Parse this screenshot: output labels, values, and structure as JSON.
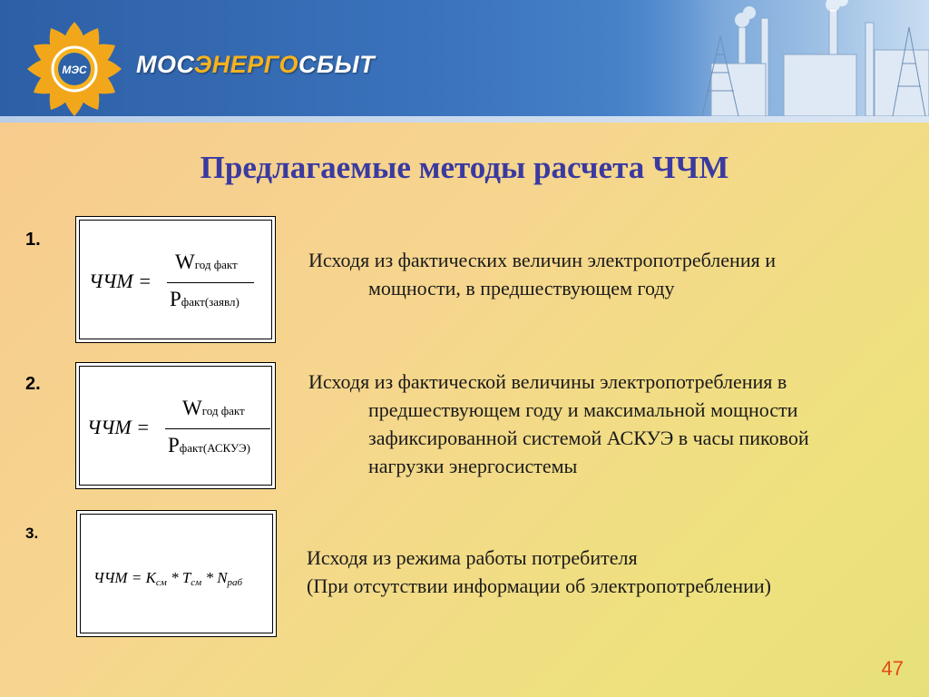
{
  "header": {
    "brand_a": "МОС",
    "brand_b": "ЭНЕРГО",
    "brand_c": "СБЫТ",
    "logo_text": "МЭС",
    "colors": {
      "header_blue": "#3a72bb",
      "brand_orange": "#f6b21e",
      "title_color": "#3a3aa0"
    }
  },
  "title": "Предлагаемые методы расчета ЧЧМ",
  "methods": [
    {
      "number": "1.",
      "formula": {
        "lhs": "ЧЧМ =",
        "num_main": "W",
        "num_sub": "год факт",
        "den_main": "P",
        "den_sub": "факт(заявл)"
      },
      "lines": [
        "Исходя из фактических величин электропотребления и",
        "мощности, в предшествующем году"
      ]
    },
    {
      "number": "2.",
      "formula": {
        "lhs": "ЧЧМ =",
        "num_main": "W",
        "num_sub": "год факт",
        "den_main": "P",
        "den_sub": "факт(АСКУЭ)"
      },
      "lines": [
        "Исходя из фактической величины электропотребления в",
        "предшествующем году и максимальной мощности",
        "зафиксированной системой АСКУЭ в часы пиковой",
        "нагрузки энергосистемы"
      ]
    },
    {
      "number": "3.",
      "formula": {
        "lhs": "ЧЧМ = ",
        "k": "K",
        "k_sub": "см",
        "t": "T",
        "t_sub": "см",
        "n": "N",
        "n_sub": "раб",
        "op": " * "
      },
      "lines": [
        "Исходя из режима работы потребителя",
        "(При отсутствии информации об электропотреблении)"
      ]
    }
  ],
  "page_number": "47"
}
